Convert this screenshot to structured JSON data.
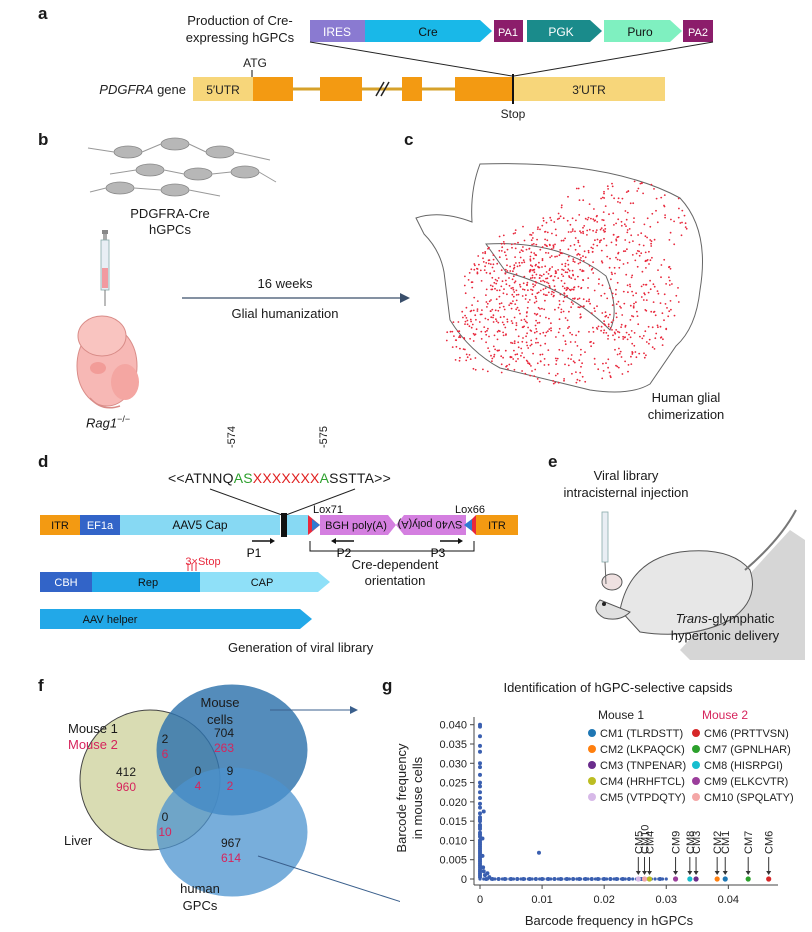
{
  "panels": {
    "a": "a",
    "b": "b",
    "c": "c",
    "d": "d",
    "e": "e",
    "f": "f",
    "g": "g"
  },
  "panel_a": {
    "title_line1": "Production of Cre-",
    "title_line2": "expressing hGPCs",
    "cassette": [
      "IRES",
      "Cre",
      "PA1",
      "PGK",
      "Puro",
      "PA2"
    ],
    "gene_label": "PDGFRA",
    "gene_suffix": " gene",
    "utr5": "5′UTR",
    "utr3": "3′UTR",
    "atg": "ATG",
    "stop": "Stop"
  },
  "panel_b": {
    "cells_line1": "PDGFRA-Cre",
    "cells_line2": "hGPCs",
    "time": "16 weeks",
    "process": "Glial humanization",
    "mouse_label": "Rag1",
    "mouse_sup": "−/−"
  },
  "panel_c": {
    "label_line1": "Human glial",
    "label_line2": "chimerization",
    "dot_color": "#e8283c"
  },
  "panel_d": {
    "seq_prefix": "<<ATNNQ",
    "seq_as": "AS",
    "seq_x": "XXXXXXX",
    "seq_a": "A",
    "seq_suffix": "SSTTA>>",
    "pos1": "-574",
    "pos2": "-575",
    "itr": "ITR",
    "ef1a": "EF1a",
    "cap": "AAV5 Cap",
    "lox71": "Lox71",
    "lox66": "Lox66",
    "bgh": "BGH poly(A)",
    "sv40": "SV40 poly(A)",
    "itr2": "ITR",
    "p1": "P1",
    "p2": "P2",
    "p3": "P3",
    "cre_dep_line1": "Cre-dependent",
    "cre_dep_line2": "orientation",
    "stop3": "3×Stop",
    "cbh": "CBH",
    "rep": "Rep",
    "cap2": "CAP",
    "helper": "AAV helper",
    "generation": "Generation of viral library"
  },
  "panel_e": {
    "title_line1": "Viral library",
    "title_line2": "intracisternal injection",
    "delivery_italic": "Trans",
    "delivery_rest": "-glymphatic",
    "delivery_line2": "hypertonic delivery"
  },
  "panel_f": {
    "mouse1": "Mouse 1",
    "mouse2": "Mouse 2",
    "mouse_cells_line1": "Mouse",
    "mouse_cells_line2": "cells",
    "liver": "Liver",
    "human_line1": "human",
    "human_line2": "GPCs",
    "counts": {
      "liver_only": [
        "412",
        "960"
      ],
      "liver_mouse": [
        "2",
        "6"
      ],
      "mouse_only": [
        "704",
        "263"
      ],
      "center": [
        "0",
        "4"
      ],
      "mouse_human": [
        "9",
        "2"
      ],
      "liver_human": [
        "0",
        "10"
      ],
      "human_only": [
        "967",
        "614"
      ]
    },
    "colors": {
      "mouse2_text": "#d6245c",
      "liver_fill": "#d9dcb3",
      "mouse_fill": "#2f73ad",
      "human_fill": "#4c93cf"
    }
  },
  "chart_data": {
    "type": "scatter",
    "title": "Identification of hGPC-selective capsids",
    "xlabel": "Barcode frequency in hGPCs",
    "ylabel": "Barcode frequency in mouse cells",
    "xlim": [
      0,
      0.048
    ],
    "ylim": [
      0,
      0.042
    ],
    "x_ticks": [
      "0",
      "0.01",
      "0.02",
      "0.03",
      "0.04"
    ],
    "y_ticks": [
      "0",
      "0.005",
      "0.010",
      "0.015",
      "0.020",
      "0.025",
      "0.030",
      "0.035",
      "0.040"
    ],
    "background_color": "#3a5fb0",
    "background_points": [
      [
        0,
        0.04
      ],
      [
        0,
        0.0395
      ],
      [
        0,
        0.037
      ],
      [
        0,
        0.0345
      ],
      [
        0,
        0.033
      ],
      [
        0,
        0.03
      ],
      [
        0,
        0.029
      ],
      [
        0,
        0.027
      ],
      [
        0,
        0.025
      ],
      [
        0,
        0.024
      ],
      [
        0,
        0.0225
      ],
      [
        0,
        0.021
      ],
      [
        0,
        0.0195
      ],
      [
        0,
        0.0185
      ],
      [
        0,
        0.017
      ],
      [
        0,
        0.016
      ],
      [
        0,
        0.0155
      ],
      [
        0,
        0.015
      ],
      [
        0,
        0.014
      ],
      [
        0,
        0.0135
      ],
      [
        0,
        0.013
      ],
      [
        0,
        0.012
      ],
      [
        0,
        0.0115
      ],
      [
        0,
        0.011
      ],
      [
        0,
        0.01
      ],
      [
        0,
        0.0095
      ],
      [
        0,
        0.009
      ],
      [
        0,
        0.0085
      ],
      [
        0,
        0.008
      ],
      [
        0,
        0.0075
      ],
      [
        0,
        0.007
      ],
      [
        0,
        0.0065
      ],
      [
        0,
        0.006
      ],
      [
        0,
        0.0055
      ],
      [
        0,
        0.005
      ],
      [
        0,
        0.0045
      ],
      [
        0,
        0.004
      ],
      [
        0,
        0.0035
      ],
      [
        0,
        0.003
      ],
      [
        0,
        0.0025
      ],
      [
        0,
        0.002
      ],
      [
        0,
        0.0015
      ],
      [
        0,
        0.001
      ],
      [
        0,
        0.0005
      ],
      [
        0.0004,
        0.006
      ],
      [
        0.0005,
        0.003
      ],
      [
        0.0006,
        0.002
      ],
      [
        0.0008,
        0.001
      ],
      [
        0.001,
        0.0
      ],
      [
        0.0012,
        0.0015
      ],
      [
        0.0015,
        0.0005
      ],
      [
        0.0006,
        0.0175
      ],
      [
        0.0004,
        0.0105
      ],
      [
        0.002,
        0
      ],
      [
        0.003,
        0
      ],
      [
        0.004,
        0
      ],
      [
        0.005,
        0
      ],
      [
        0.006,
        0
      ],
      [
        0.007,
        0
      ],
      [
        0.008,
        0
      ],
      [
        0.009,
        0
      ],
      [
        0.0095,
        0.0068
      ],
      [
        0.01,
        0
      ],
      [
        0.011,
        0
      ],
      [
        0.012,
        0
      ],
      [
        0.013,
        0
      ],
      [
        0.014,
        0
      ],
      [
        0.015,
        0
      ],
      [
        0.016,
        0
      ],
      [
        0.017,
        0
      ],
      [
        0.018,
        0
      ],
      [
        0.019,
        0
      ],
      [
        0.02,
        0
      ],
      [
        0.021,
        0
      ],
      [
        0.022,
        0
      ],
      [
        0.023,
        0
      ],
      [
        0.024,
        0
      ],
      [
        0.026,
        0
      ],
      [
        0.029,
        0
      ]
    ],
    "series": [
      {
        "name": "CM1 (TLRDSTT)",
        "group": "Mouse 1",
        "color": "#1f77b4",
        "x": 0.0395,
        "y": 0
      },
      {
        "name": "CM2 (LKPAQCK)",
        "group": "Mouse 1",
        "color": "#ff7f0e",
        "x": 0.0382,
        "y": 0
      },
      {
        "name": "CM3 (TNPENAR)",
        "group": "Mouse 1",
        "color": "#6a2c8c",
        "x": 0.0348,
        "y": 0
      },
      {
        "name": "CM4 (HRHFTCL)",
        "group": "Mouse 1",
        "color": "#bcbd22",
        "x": 0.0273,
        "y": 0
      },
      {
        "name": "CM5 (VTPDQTY)",
        "group": "Mouse 1",
        "color": "#d7b9e8",
        "x": 0.0255,
        "y": 0
      },
      {
        "name": "CM6 (PRTTVSN)",
        "group": "Mouse 2",
        "color": "#d62728",
        "x": 0.0465,
        "y": 0
      },
      {
        "name": "CM7 (GPNLHAR)",
        "group": "Mouse 2",
        "color": "#2ca02c",
        "x": 0.0432,
        "y": 0
      },
      {
        "name": "CM8 (HISRPGI)",
        "group": "Mouse 2",
        "color": "#17becf",
        "x": 0.0338,
        "y": 0
      },
      {
        "name": "CM9 (ELKCVTR)",
        "group": "Mouse 2",
        "color": "#9b3e9b",
        "x": 0.0315,
        "y": 0
      },
      {
        "name": "CM10 (SPQLATY)",
        "group": "Mouse 2",
        "color": "#f4a7a7",
        "x": 0.0265,
        "y": 0
      }
    ],
    "annotation_order": [
      "CM5",
      "CM10",
      "CM4",
      "CM9",
      "CM8",
      "CM3",
      "CM2",
      "CM1",
      "CM7",
      "CM6"
    ],
    "legend_headers": [
      "Mouse 1",
      "Mouse 2"
    ],
    "legend_placement": "top-right"
  }
}
